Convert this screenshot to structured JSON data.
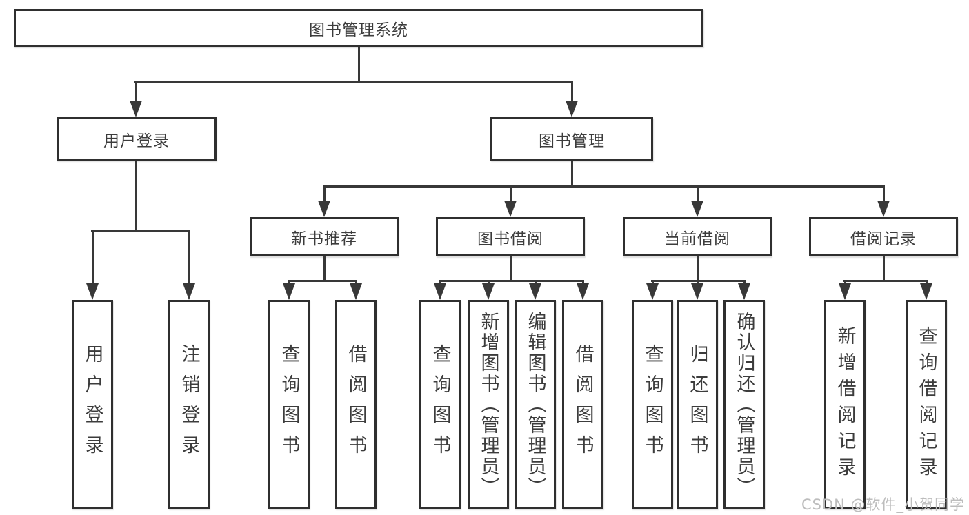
{
  "tree": {
    "label": "图书管理系统",
    "children": [
      {
        "label": "用户登录",
        "children": [
          {
            "label": "用户登录"
          },
          {
            "label": "注销登录"
          }
        ]
      },
      {
        "label": "图书管理",
        "children": [
          {
            "label": "新书推荐",
            "children": [
              {
                "label": "查询图书"
              },
              {
                "label": "借阅图书"
              }
            ]
          },
          {
            "label": "图书借阅",
            "children": [
              {
                "label": "查询图书"
              },
              {
                "label": "新增图书（管理员）"
              },
              {
                "label": "编辑图书（管理员）"
              },
              {
                "label": "借阅图书"
              }
            ]
          },
          {
            "label": "当前借阅",
            "children": [
              {
                "label": "查询图书"
              },
              {
                "label": "归还图书"
              },
              {
                "label": "确认归还（管理员）"
              }
            ]
          },
          {
            "label": "借阅记录",
            "children": [
              {
                "label": "新增借阅记录"
              },
              {
                "label": "查询借阅记录"
              }
            ]
          }
        ]
      }
    ]
  },
  "watermark": "CSDN @软件_小贺同学",
  "colors": {
    "line": "#383838",
    "box_border": "#2f2f2f",
    "text": "#3c3c3c",
    "watermark": "#bdbdbd",
    "background": "#ffffff"
  }
}
